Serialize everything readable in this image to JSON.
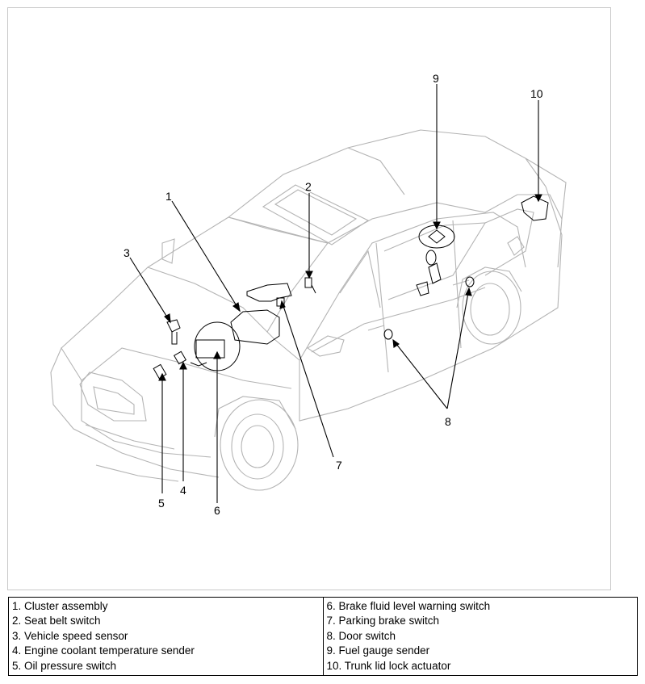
{
  "callouts": {
    "c1": "1",
    "c2": "2",
    "c3": "3",
    "c4": "4",
    "c5": "5",
    "c6": "6",
    "c7": "7",
    "c8": "8",
    "c9": "9",
    "c10": "10"
  },
  "legend": {
    "left": [
      "1. Cluster assembly",
      "2. Seat belt switch",
      "3. Vehicle speed sensor",
      "4. Engine coolant temperature sender",
      "5. Oil pressure switch"
    ],
    "right": [
      "6. Brake fluid level warning switch",
      "7. Parking brake switch",
      "8. Door switch",
      "9. Fuel gauge sender",
      "10. Trunk lid lock actuator"
    ]
  },
  "colors": {
    "line_art": "#b4b4b4",
    "leader": "#000000",
    "frame": "#c8c8c8"
  }
}
